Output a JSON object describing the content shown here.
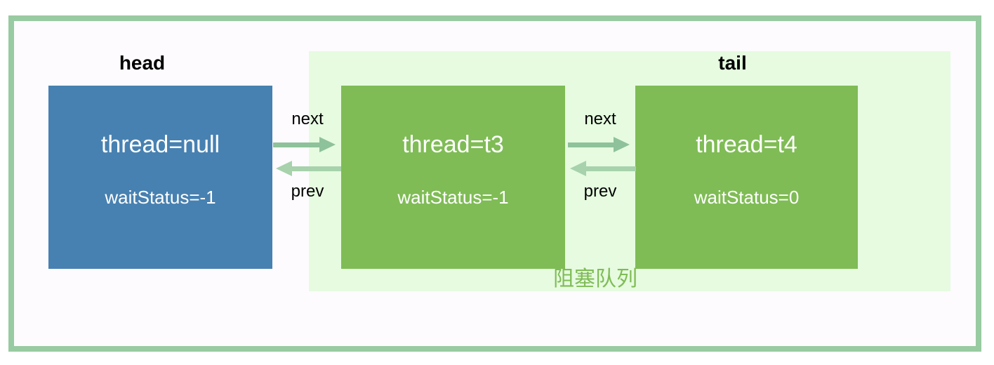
{
  "diagram": {
    "queue_title": "阻塞队列",
    "head_pointer_label": "head",
    "tail_pointer_label": "tail",
    "nodes": [
      {
        "role": "head",
        "thread": "thread=null",
        "wait_status": "waitStatus=-1"
      },
      {
        "role": "queued",
        "thread": "thread=t3",
        "wait_status": "waitStatus=-1"
      },
      {
        "role": "tail",
        "thread": "thread=t4",
        "wait_status": "waitStatus=0"
      }
    ],
    "edges": [
      {
        "from": "head",
        "to": "t3",
        "next_label": "next",
        "prev_label": "prev"
      },
      {
        "from": "t3",
        "to": "t4",
        "next_label": "next",
        "prev_label": "prev"
      }
    ]
  },
  "colors": {
    "frame_border": "#98cba1",
    "canvas_bg": "#fdfbfe",
    "queue_region_bg": "#e6fbe0",
    "head_node_bg": "#4781b1",
    "queue_node_bg": "#7fbc55",
    "node_text": "#ffffff",
    "label_text": "#000000",
    "next_arrow": "#8ec29a",
    "prev_arrow": "#a7d2ac",
    "queue_label_text": "#7fbc55"
  }
}
